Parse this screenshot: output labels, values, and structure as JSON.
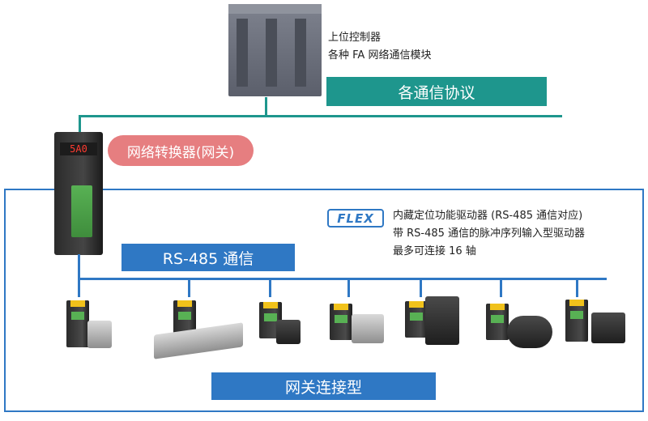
{
  "controller": {
    "line1": "上位控制器",
    "line2": "各种 FA 网络通信模块"
  },
  "protocols_label": "各通信协议",
  "gateway_label": "网络转换器(网关)",
  "gateway_display": "5A0",
  "bus_label": "RS-485 通信",
  "flex": {
    "logo": "FLEX",
    "line1": "内藏定位功能驱动器 (RS-485 通信对应)",
    "line2": "带 RS-485 通信的脉冲序列输入型驱动器",
    "line3": "最多可连接 16 轴"
  },
  "bottom_label": "网关连接型",
  "colors": {
    "teal": "#1e968d",
    "blue": "#2f78c4",
    "pink": "#e67e80"
  }
}
